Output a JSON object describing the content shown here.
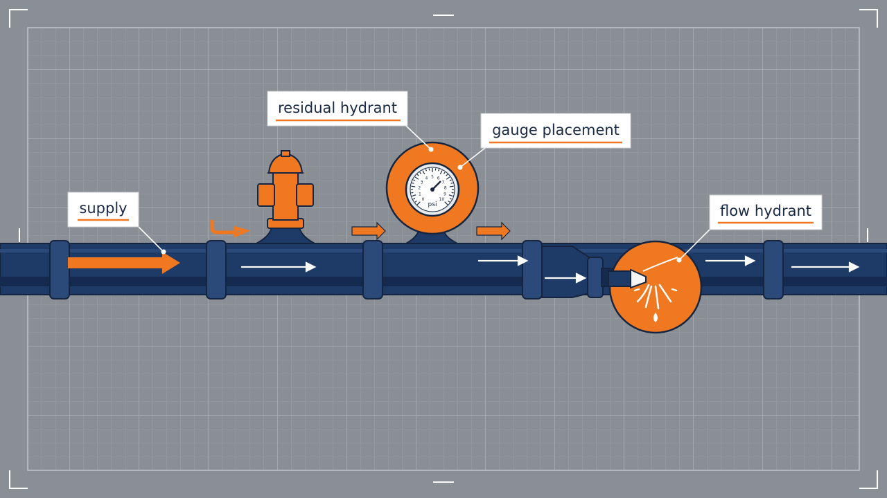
{
  "labels": {
    "supply": "supply",
    "residual_hydrant": "residual hydrant",
    "gauge_placement": "gauge placement",
    "flow_hydrant": "flow hydrant"
  },
  "gauge": {
    "unit": "psi",
    "dial_numbers": [
      "0",
      "1",
      "2",
      "3",
      "4",
      "5",
      "6",
      "7",
      "8",
      "9",
      "10"
    ]
  },
  "colors": {
    "background": "#8a8f96",
    "grid_line": "#a4a9b0",
    "pipe": "#1e3a66",
    "pipe_dark": "#142b4f",
    "coupling": "#2b4a7a",
    "accent_orange": "#f07820",
    "outline": "#15253f",
    "label_bg": "#ffffff",
    "arrow_white": "#ffffff"
  },
  "icons": {
    "residual_hydrant": "fire-hydrant-icon",
    "gauge": "pressure-gauge-icon",
    "flow_hydrant": "flowing-hydrant-icon"
  }
}
